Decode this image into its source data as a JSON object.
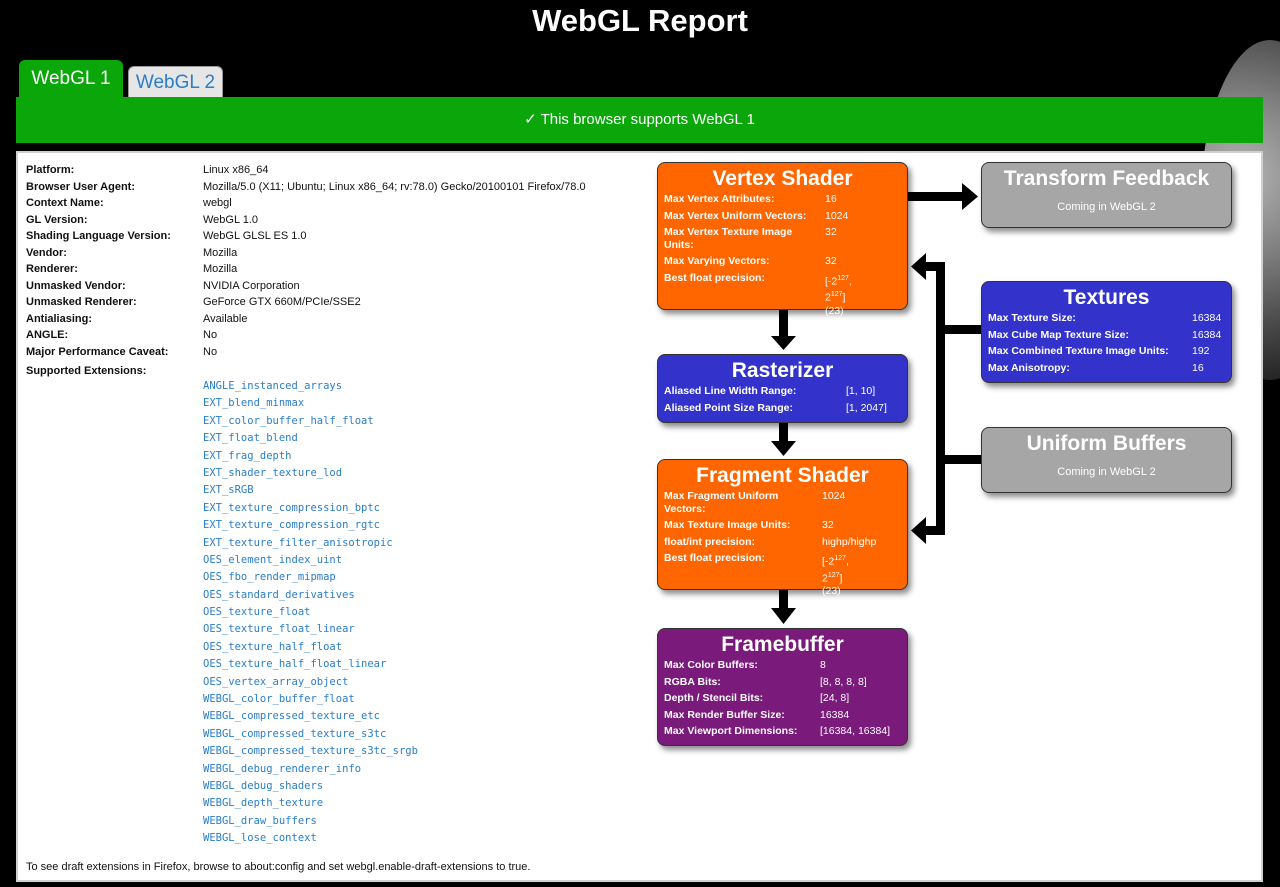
{
  "page_title": "WebGL Report",
  "tabs": [
    {
      "label": "WebGL 1",
      "active": true
    },
    {
      "label": "WebGL 2",
      "active": false
    }
  ],
  "banner": "✓ This browser supports WebGL 1",
  "info": [
    {
      "key": "Platform:",
      "value": "Linux x86_64"
    },
    {
      "key": "Browser User Agent:",
      "value": "Mozilla/5.0 (X11; Ubuntu; Linux x86_64; rv:78.0) Gecko/20100101 Firefox/78.0"
    },
    {
      "key": "Context Name:",
      "value": "webgl"
    },
    {
      "key": "GL Version:",
      "value": "WebGL 1.0"
    },
    {
      "key": "Shading Language Version:",
      "value": "WebGL GLSL ES 1.0"
    },
    {
      "key": "Vendor:",
      "value": "Mozilla"
    },
    {
      "key": "Renderer:",
      "value": "Mozilla"
    },
    {
      "key": "Unmasked Vendor:",
      "value": "NVIDIA Corporation"
    },
    {
      "key": "Unmasked Renderer:",
      "value": "GeForce GTX 660M/PCIe/SSE2"
    },
    {
      "key": "Antialiasing:",
      "value": "Available"
    },
    {
      "key": "ANGLE:",
      "value": "No"
    },
    {
      "key": "Major Performance Caveat:",
      "value": "No"
    }
  ],
  "extensions_label": "Supported Extensions:",
  "extensions": [
    "ANGLE_instanced_arrays",
    "EXT_blend_minmax",
    "EXT_color_buffer_half_float",
    "EXT_float_blend",
    "EXT_frag_depth",
    "EXT_shader_texture_lod",
    "EXT_sRGB",
    "EXT_texture_compression_bptc",
    "EXT_texture_compression_rgtc",
    "EXT_texture_filter_anisotropic",
    "OES_element_index_uint",
    "OES_fbo_render_mipmap",
    "OES_standard_derivatives",
    "OES_texture_float",
    "OES_texture_float_linear",
    "OES_texture_half_float",
    "OES_texture_half_float_linear",
    "OES_vertex_array_object",
    "WEBGL_color_buffer_float",
    "WEBGL_compressed_texture_etc",
    "WEBGL_compressed_texture_s3tc",
    "WEBGL_compressed_texture_s3tc_srgb",
    "WEBGL_debug_renderer_info",
    "WEBGL_debug_shaders",
    "WEBGL_depth_texture",
    "WEBGL_draw_buffers",
    "WEBGL_lose_context"
  ],
  "footnote": "To see draft extensions in Firefox, browse to about:config and set webgl.enable-draft-extensions to true.",
  "pipeline": {
    "vertex": {
      "title": "Vertex Shader",
      "rows": [
        {
          "k": "Max Vertex Attributes:",
          "v": "16"
        },
        {
          "k": "Max Vertex Uniform Vectors:",
          "v": "1024"
        },
        {
          "k": "Max Vertex Texture Image Units:",
          "v": "32"
        },
        {
          "k": "Max Varying Vectors:",
          "v": "32"
        }
      ],
      "precision_label": "Best float precision:",
      "precision_base": "[-2",
      "precision_exp1": "127",
      "precision_mid": ", 2",
      "precision_exp2": "127",
      "precision_end": "]",
      "precision_bits": "(23)"
    },
    "rasterizer": {
      "title": "Rasterizer",
      "rows": [
        {
          "k": "Aliased Line Width Range:",
          "v": "[1, 10]"
        },
        {
          "k": "Aliased Point Size Range:",
          "v": "[1, 2047]"
        }
      ]
    },
    "fragment": {
      "title": "Fragment Shader",
      "rows": [
        {
          "k": "Max Fragment Uniform Vectors:",
          "v": "1024"
        },
        {
          "k": "Max Texture Image Units:",
          "v": "32"
        },
        {
          "k": "float/int precision:",
          "v": "highp/highp"
        }
      ],
      "precision_label": "Best float precision:",
      "precision_base": "[-2",
      "precision_exp1": "127",
      "precision_mid": ", 2",
      "precision_exp2": "127",
      "precision_end": "]",
      "precision_bits": "(23)"
    },
    "framebuffer": {
      "title": "Framebuffer",
      "rows": [
        {
          "k": "Max Color Buffers:",
          "v": "8"
        },
        {
          "k": "RGBA Bits:",
          "v": "[8, 8, 8, 8]"
        },
        {
          "k": "Depth / Stencil Bits:",
          "v": "[24, 8]"
        },
        {
          "k": "Max Render Buffer Size:",
          "v": "16384"
        },
        {
          "k": "Max Viewport Dimensions:",
          "v": "[16384, 16384]"
        }
      ]
    },
    "transform_feedback": {
      "title": "Transform Feedback",
      "sub": "Coming in WebGL 2"
    },
    "textures": {
      "title": "Textures",
      "rows": [
        {
          "k": "Max Texture Size:",
          "v": "16384"
        },
        {
          "k": "Max Cube Map Texture Size:",
          "v": "16384"
        },
        {
          "k": "Max Combined Texture Image Units:",
          "v": "192"
        },
        {
          "k": "Max Anisotropy:",
          "v": "16"
        }
      ]
    },
    "uniform_buffers": {
      "title": "Uniform Buffers",
      "sub": "Coming in WebGL 2"
    }
  },
  "colors": {
    "green": "#0aa60a",
    "orange": "#ff6600",
    "blue": "#3333cc",
    "purple": "#7a1a7a",
    "gray": "#a6a6a6",
    "link": "#2a7ec8"
  }
}
